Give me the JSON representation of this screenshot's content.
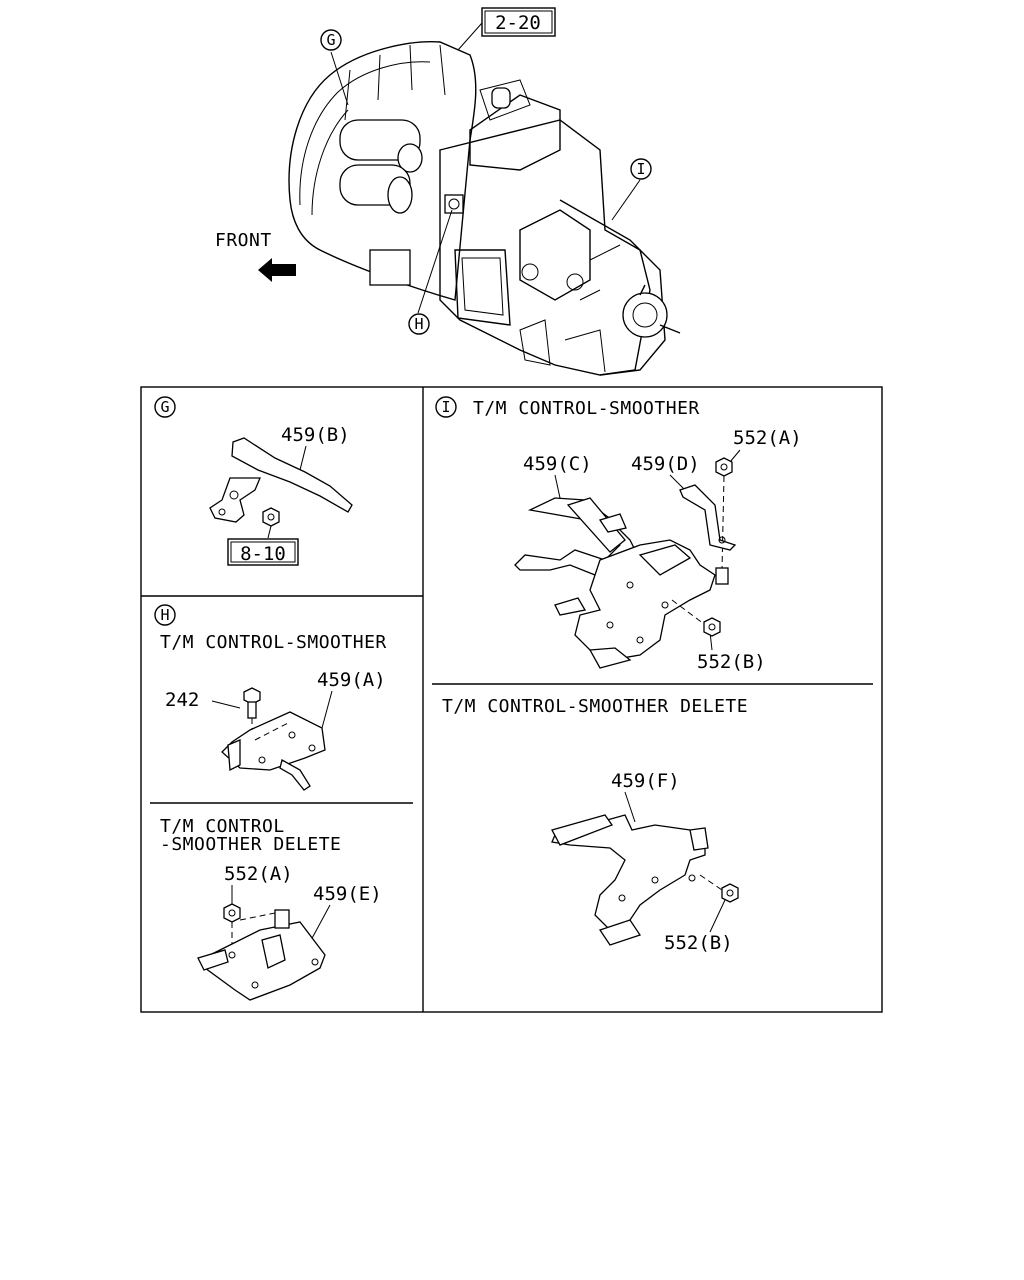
{
  "overview": {
    "ref_box": "2-20",
    "front_label": "FRONT",
    "callouts": [
      "G",
      "H",
      "I"
    ]
  },
  "panels": {
    "g": {
      "marker": "G",
      "parts": {
        "bracket": "459(B)",
        "ref": "8-10"
      }
    },
    "h": {
      "marker": "H",
      "title": "T/M CONTROL-SMOOTHER",
      "parts": {
        "bolt": "242",
        "bracket": "459(A)"
      },
      "delete_title_line1": "T/M CONTROL",
      "delete_title_line2": "-SMOOTHER DELETE",
      "delete_parts": {
        "nut": "552(A)",
        "bracket": "459(E)"
      }
    },
    "i": {
      "marker": "I",
      "title": "T/M CONTROL-SMOOTHER",
      "parts": {
        "nut_a": "552(A)",
        "bracket_c": "459(C)",
        "bracket_d": "459(D)",
        "nut_b": "552(B)"
      },
      "delete_title": "T/M CONTROL-SMOOTHER DELETE",
      "delete_parts": {
        "bracket_f": "459(F)",
        "nut_b": "552(B)"
      }
    }
  }
}
